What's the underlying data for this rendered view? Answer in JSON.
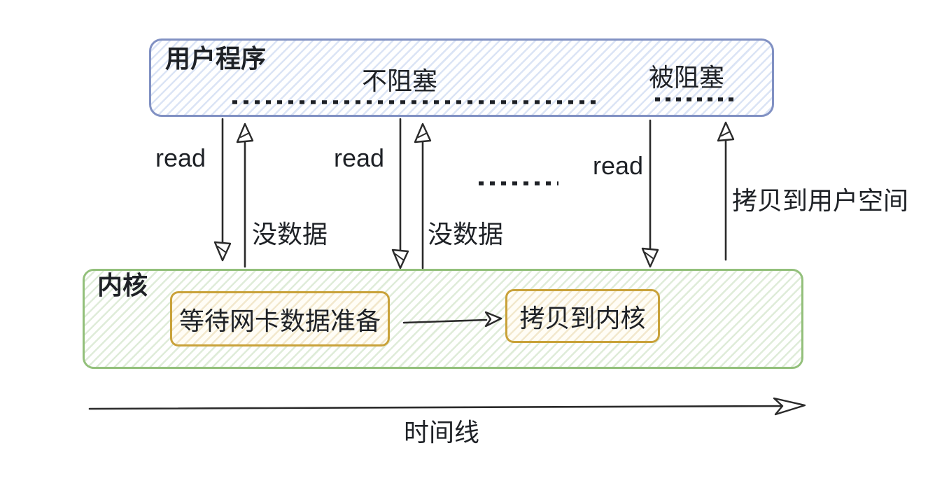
{
  "user_box": {
    "title": "用户程序",
    "nonblocking_label": "不阻塞",
    "blocked_label": "被阻塞"
  },
  "kernel_box": {
    "title": "内核",
    "wait_step": "等待网卡数据准备",
    "copy_step": "拷贝到内核"
  },
  "arrows": {
    "read_label": "read",
    "no_data_label": "没数据",
    "copy_to_user_label": "拷贝到用户空间"
  },
  "timeline": {
    "label": "时间线"
  },
  "colors": {
    "user_box_border": "#8191c3",
    "user_box_hatch": "#dbe4f5",
    "kernel_box_border": "#93c07b",
    "kernel_box_hatch": "#dfecd9",
    "step_box_border": "#c9a23a",
    "step_box_hatch": "#f2e8cd",
    "text": "#1e2126",
    "arrow": "#2a2a2a"
  }
}
